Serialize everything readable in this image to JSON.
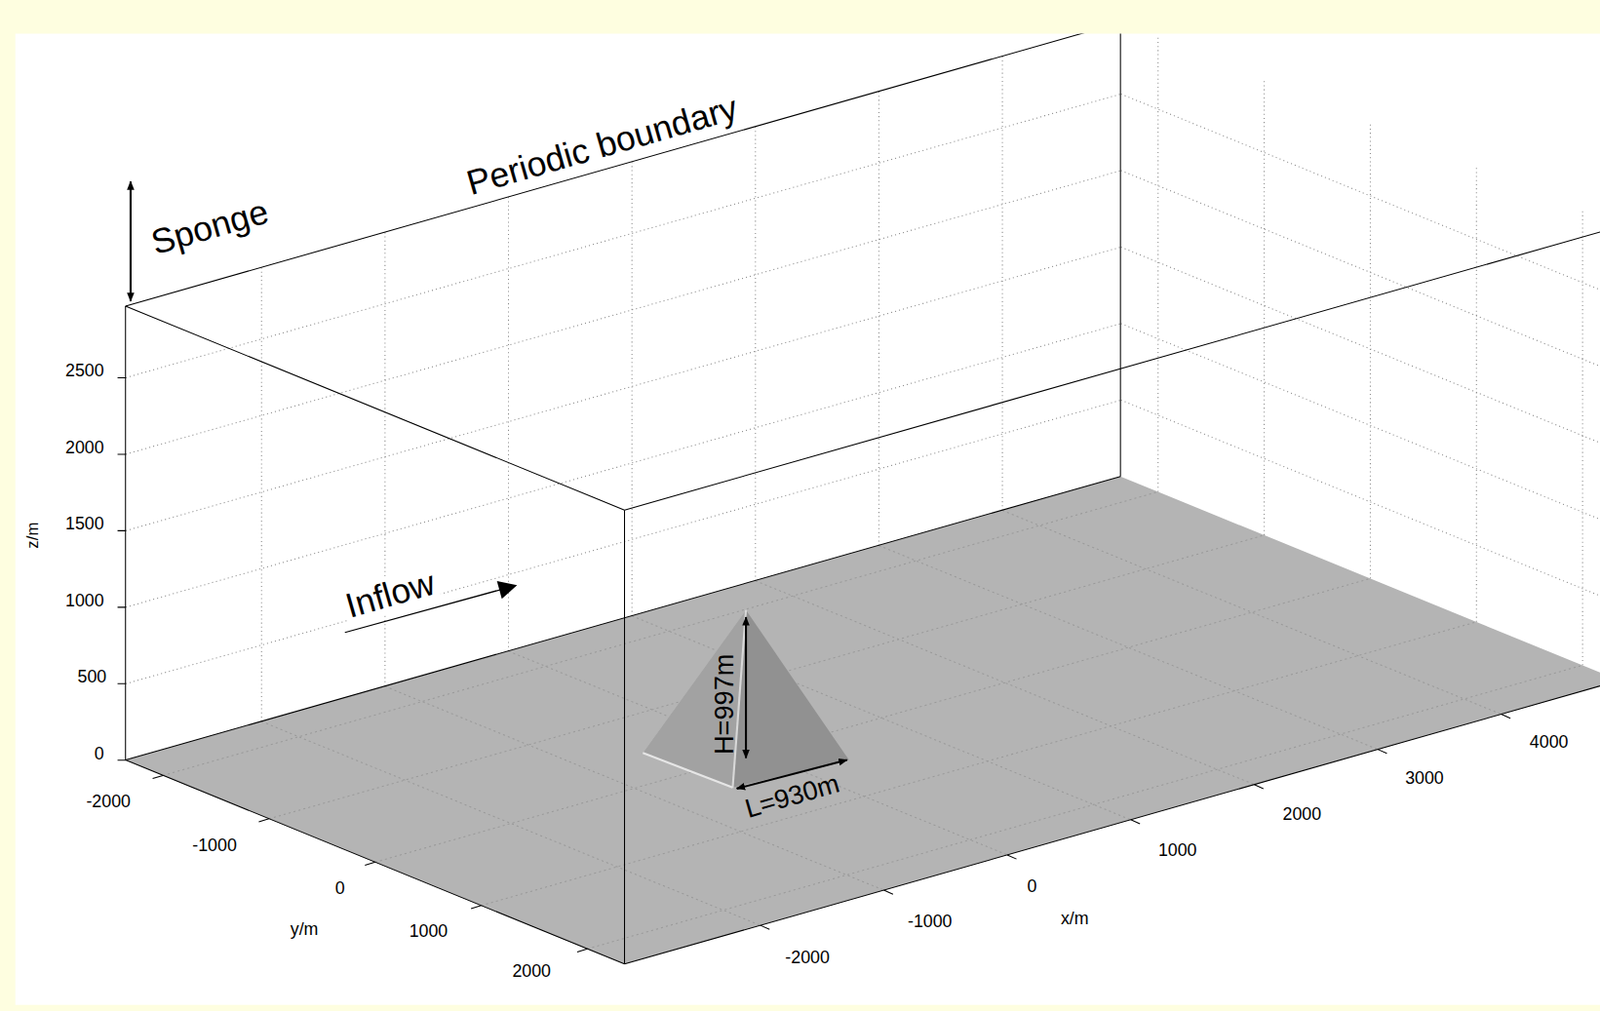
{
  "diagram": {
    "labels": [
      "Sponge",
      "Periodic boundary",
      "z/m",
      "2500",
      "2000",
      "1500",
      "1000",
      "500",
      "0",
      "Inflow",
      "H=997m",
      "L=930m",
      "-2000",
      "-1000",
      "0",
      "1000",
      "2000",
      "y/m",
      "4000",
      "3000",
      "2000",
      "1000",
      "0",
      "-1000",
      "-2000",
      "x/m"
    ]
  }
}
